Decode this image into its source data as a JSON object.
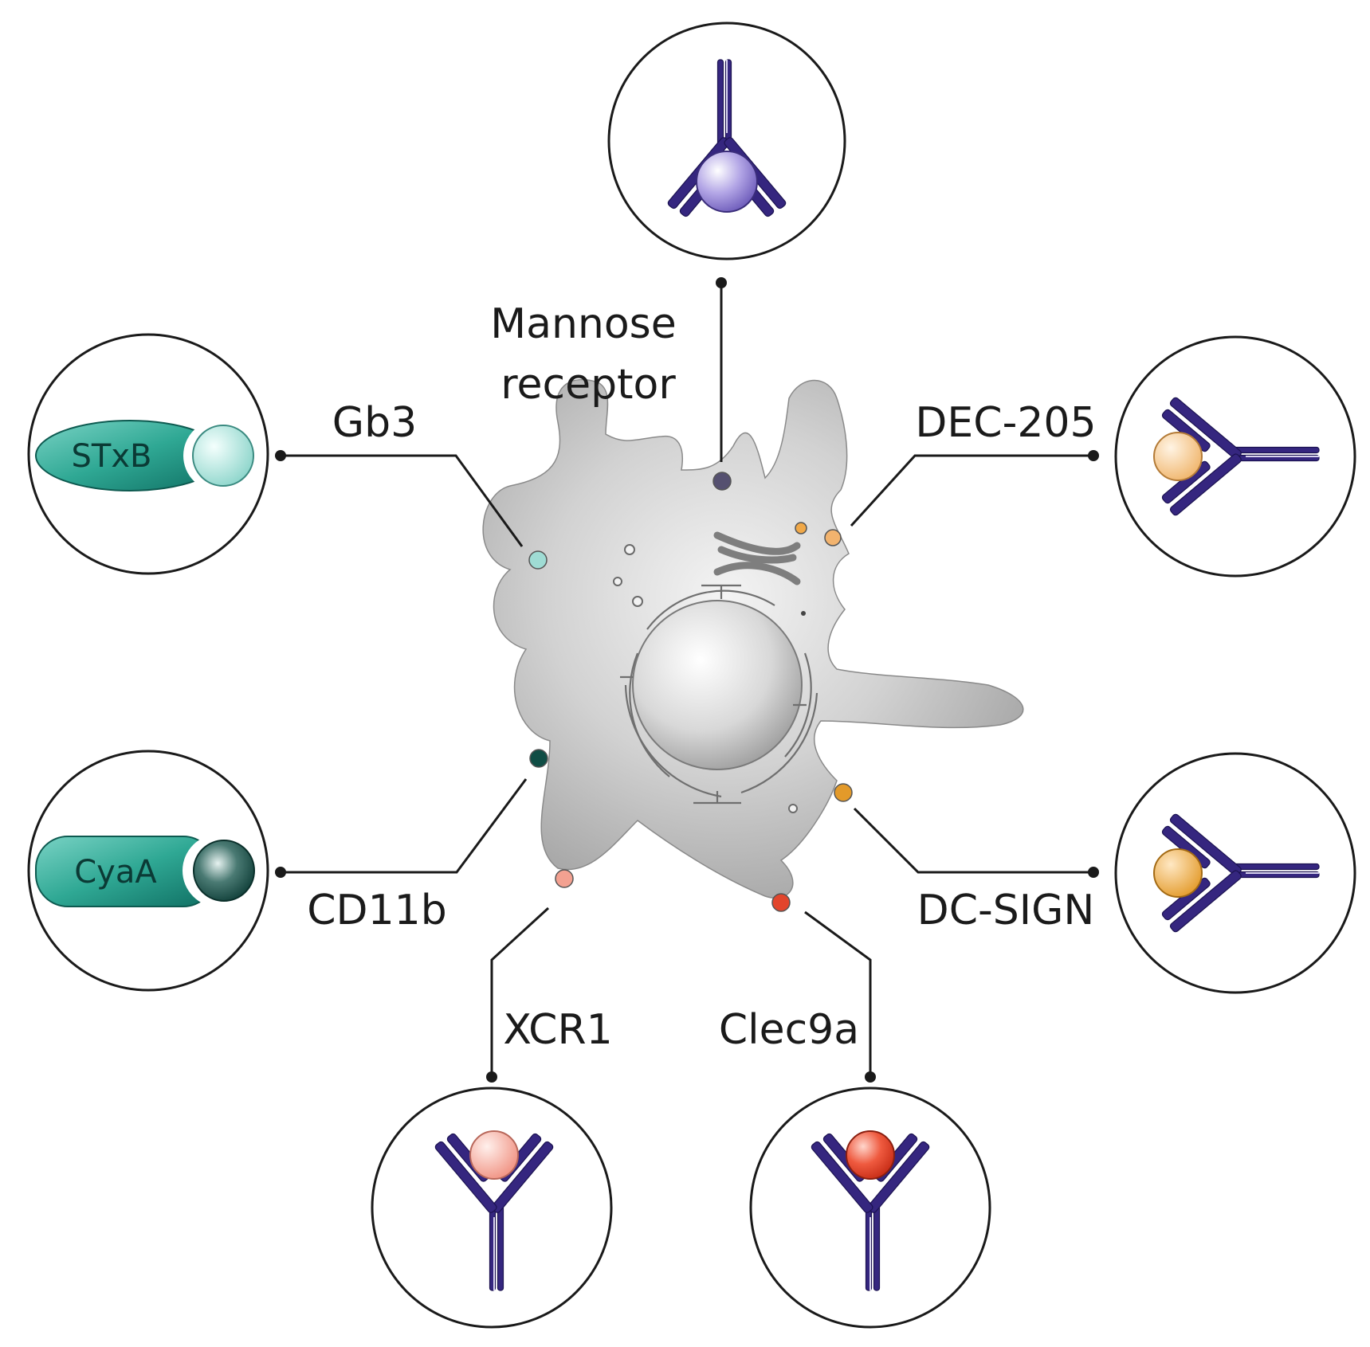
{
  "receptors": {
    "mannose": {
      "line1": "Mannose",
      "line2": "receptor",
      "color": "#555070"
    },
    "gb3": {
      "label": "Gb3",
      "color": "#9fdcd4"
    },
    "dec205": {
      "label": "DEC-205",
      "color": "#f2b36e"
    },
    "cd11b": {
      "label": "CD11b",
      "color": "#0f4d45"
    },
    "dcsign": {
      "label": "DC-SIGN",
      "color": "#e39a2a"
    },
    "xcr1": {
      "label": "XCR1",
      "color": "#f3a191"
    },
    "clec9a": {
      "label": "Clec9a",
      "color": "#e2452c"
    }
  },
  "ligands": {
    "stxb": {
      "label": "STxB",
      "shape": "ellipse-toxin",
      "color": "#2fa894"
    },
    "cyaa": {
      "label": "CyaA",
      "shape": "capsule-toxin",
      "color": "#2fa894"
    },
    "antibody_color": "#35267f",
    "mannose_antigen": "#8f7fcc",
    "dec205_antigen": "#f2b36e",
    "dcsign_antigen": "#e39a2a",
    "xcr1_antigen": "#f3a191",
    "clec9a_antigen": "#e2452c"
  },
  "cell": {
    "type": "dendritic cell",
    "color": "#cfcfcf"
  }
}
